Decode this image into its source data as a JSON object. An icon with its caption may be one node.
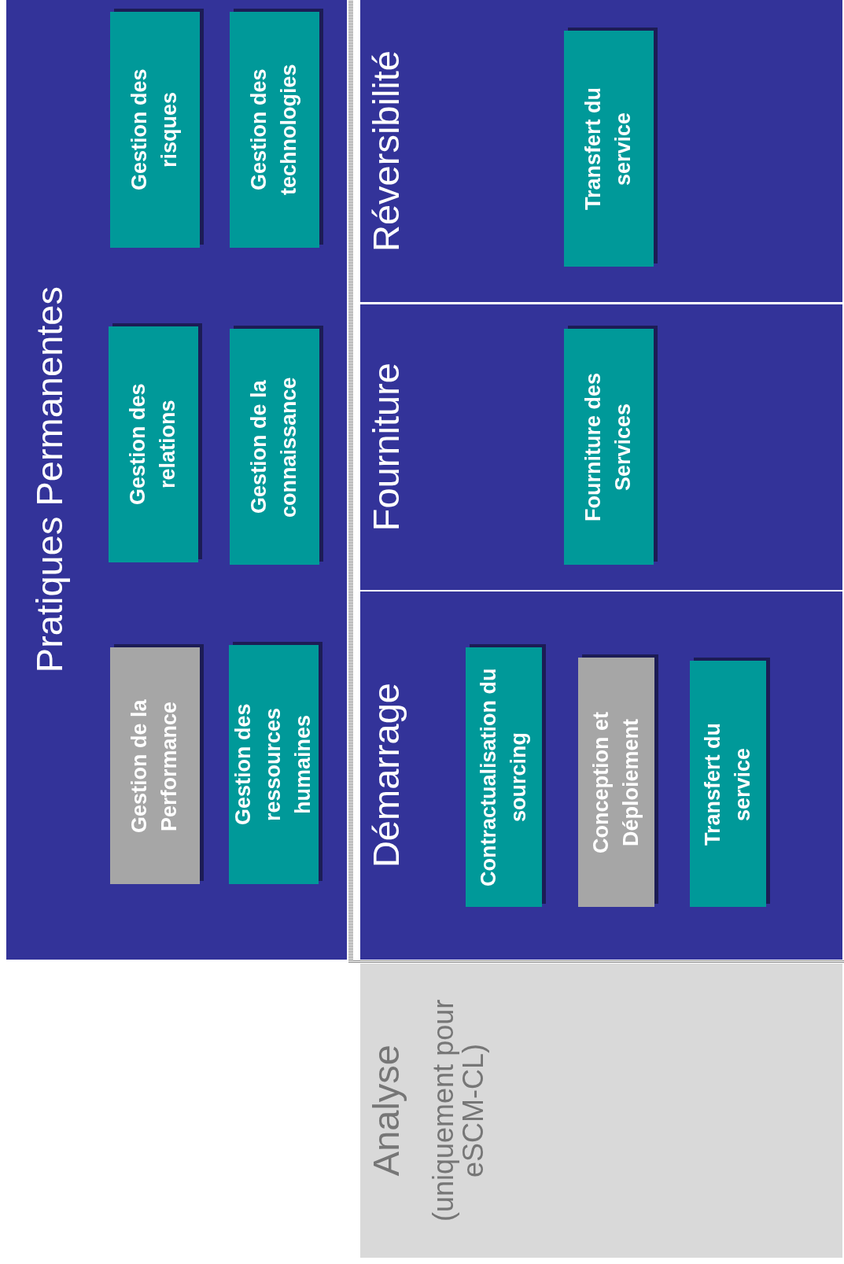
{
  "diagram": {
    "nodes": [
      {
        "text": [
          "Pratiques Permanentes"
        ]
      },
      {
        "text": [
          "Gestion des risques"
        ],
        "in": 0
      },
      {
        "text": [
          "Gestion des technologies"
        ],
        "in": 0
      },
      {
        "text": [
          "Gestion des relations"
        ],
        "in": 0
      },
      {
        "text": [
          "Gestion de la connaissance"
        ],
        "in": 0
      },
      {
        "text": [
          "Gestion de la Performance"
        ],
        "in": 0
      },
      {
        "text": [
          "Gestion des ressources humaines"
        ],
        "in": 0
      },
      {
        "text": [
          "Réversibilité"
        ]
      },
      {
        "text": [
          "Transfert du service"
        ],
        "in": 7
      },
      {
        "text": [
          "Fourniture"
        ]
      },
      {
        "text": [
          "Fourniture des Services"
        ],
        "in": 9
      },
      {
        "text": [
          "Démarrage"
        ]
      },
      {
        "text": [
          "Contractualisation du sourcing"
        ],
        "in": 11
      },
      {
        "text": [
          "Conception et Déploiement"
        ],
        "in": 11
      },
      {
        "text": [
          "Transfert du service"
        ],
        "in": 11
      },
      {
        "text": [
          "Analyse",
          "(uniquement pour eSCM-CL)"
        ]
      }
    ]
  }
}
